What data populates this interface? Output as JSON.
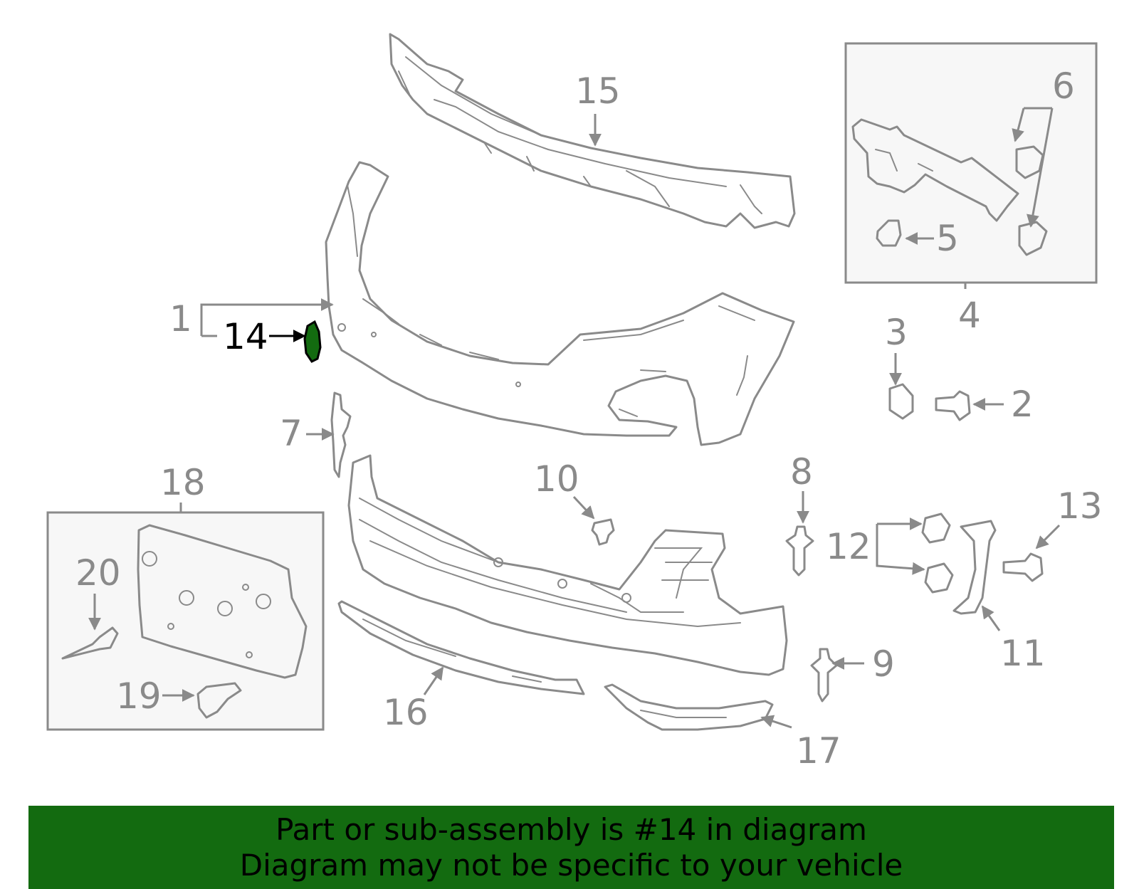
{
  "callouts": {
    "c1": "1",
    "c2": "2",
    "c3": "3",
    "c4": "4",
    "c5": "5",
    "c6": "6",
    "c7": "7",
    "c8": "8",
    "c9": "9",
    "c10": "10",
    "c11": "11",
    "c12": "12",
    "c13": "13",
    "c14": "14",
    "c15": "15",
    "c16": "16",
    "c17": "17",
    "c18": "18",
    "c19": "19",
    "c20": "20"
  },
  "highlight": {
    "part": "14",
    "color": "#136b10"
  },
  "banner": {
    "line1": "Part or sub-assembly is #14 in diagram",
    "line2": "Diagram may not be specific to your vehicle",
    "background": "#136b10"
  }
}
